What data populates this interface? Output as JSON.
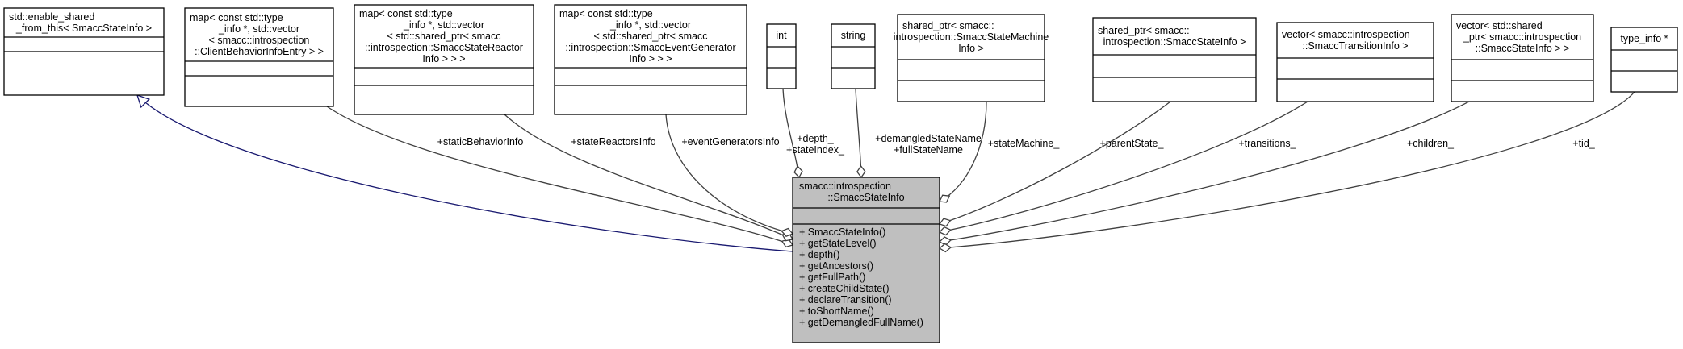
{
  "diagram": {
    "main_class": {
      "name_lines": [
        "smacc::introspection",
        "::SmaccStateInfo"
      ],
      "methods": [
        "+ SmaccStateInfo()",
        "+ getStateLevel()",
        "+ depth()",
        "+ getAncestors()",
        "+ getFullPath()",
        "+ createChildState()",
        "+ declareTransition()",
        "+ toShortName()",
        "+ getDemangledFullName()"
      ]
    },
    "related_classes": [
      {
        "id": "enable_shared",
        "name_lines": [
          "std::enable_shared",
          "_from_this< SmaccStateInfo >"
        ],
        "relation": "inheritance",
        "edge_label": []
      },
      {
        "id": "static_behavior",
        "name_lines": [
          "map< const std::type",
          "_info *, std::vector",
          "< smacc::introspection",
          "::ClientBehaviorInfoEntry > >"
        ],
        "relation": "aggregation",
        "edge_label": [
          "+staticBehaviorInfo"
        ]
      },
      {
        "id": "state_reactors",
        "name_lines": [
          "map< const std::type",
          "_info *, std::vector",
          "< std::shared_ptr< smacc",
          "::introspection::SmaccStateReactor",
          "Info > > >"
        ],
        "relation": "aggregation",
        "edge_label": [
          "+stateReactorsInfo"
        ]
      },
      {
        "id": "event_generators",
        "name_lines": [
          "map< const std::type",
          "_info *, std::vector",
          "< std::shared_ptr< smacc",
          "::introspection::SmaccEventGenerator",
          "Info > > >"
        ],
        "relation": "aggregation",
        "edge_label": [
          "+eventGeneratorsInfo"
        ]
      },
      {
        "id": "int",
        "name_lines": [
          "int"
        ],
        "relation": "aggregation",
        "edge_label": [
          "+depth_",
          "+stateIndex_"
        ]
      },
      {
        "id": "string",
        "name_lines": [
          "string"
        ],
        "relation": "aggregation",
        "edge_label": [
          "+demangledStateName",
          "+fullStateName"
        ]
      },
      {
        "id": "state_machine",
        "name_lines": [
          "shared_ptr< smacc::",
          "introspection::SmaccStateMachine",
          "Info >"
        ],
        "relation": "aggregation",
        "edge_label": [
          "+stateMachine_"
        ]
      },
      {
        "id": "parent_state",
        "name_lines": [
          "shared_ptr< smacc::",
          "introspection::SmaccStateInfo >"
        ],
        "relation": "aggregation",
        "edge_label": [
          "+parentState_"
        ]
      },
      {
        "id": "transitions",
        "name_lines": [
          "vector< smacc::introspection",
          "::SmaccTransitionInfo >"
        ],
        "relation": "aggregation",
        "edge_label": [
          "+transitions_"
        ]
      },
      {
        "id": "children",
        "name_lines": [
          "vector< std::shared",
          "_ptr< smacc::introspection",
          "::SmaccStateInfo > >"
        ],
        "relation": "aggregation",
        "edge_label": [
          "+children_"
        ]
      },
      {
        "id": "tid",
        "name_lines": [
          "type_info *"
        ],
        "relation": "aggregation",
        "edge_label": [
          "+tid_"
        ]
      }
    ]
  }
}
